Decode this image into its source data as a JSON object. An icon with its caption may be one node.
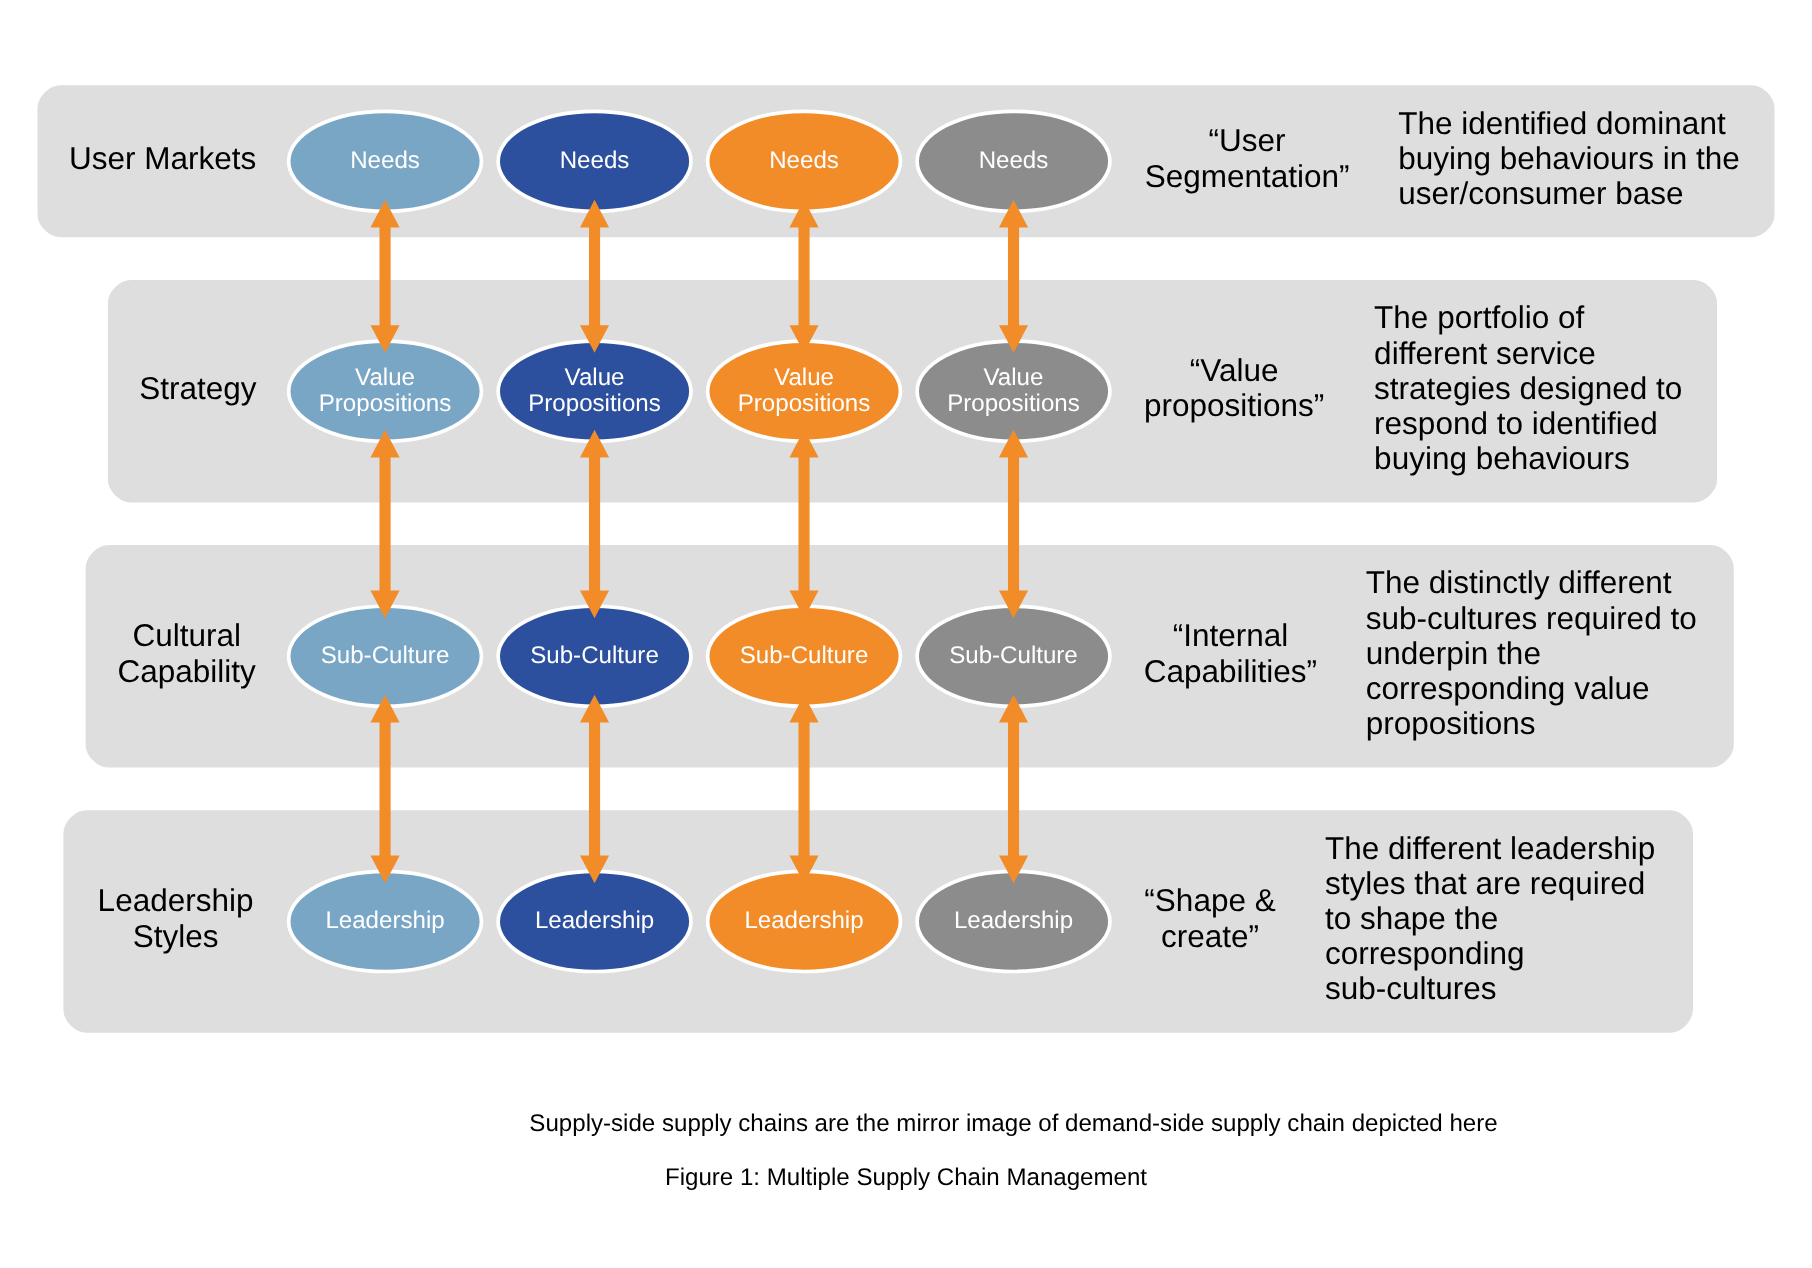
{
  "diagram": {
    "caption": "Figure 1: Multiple Supply Chain Management",
    "nodes": [
      {
        "text": [],
        "shape": "ellipse",
        "beside": [
          "User Markets",
          "“User Segmentation”",
          "The identified dominant buying behaviours in the user/consumer base"
        ]
      },
      {
        "text": [
          "Needs"
        ],
        "in": 0
      },
      {
        "text": [
          "Needs"
        ],
        "in": 0
      },
      {
        "text": [
          "Needs"
        ],
        "in": 0
      },
      {
        "text": [
          "Needs"
        ],
        "in": 0
      },
      {
        "text": [],
        "shape": "ellipse",
        "beside": [
          "Strategy",
          "“Value propositions”",
          "The portfolio of different service strategies designed to respond to identified buying behaviours"
        ]
      },
      {
        "text": [
          "Value Propositions"
        ],
        "in": 5
      },
      {
        "text": [
          "Value Propositions"
        ],
        "in": 5
      },
      {
        "text": [
          "Value Propositions"
        ],
        "in": 5
      },
      {
        "text": [
          "Value Propositions"
        ],
        "in": 5
      },
      {
        "text": [],
        "shape": "ellipse",
        "beside": [
          "Cultural Capability",
          "“Internal Capabilities”",
          "The distinctly different sub-cultures required to underpin the corresponding value propositions"
        ]
      },
      {
        "text": [
          "Sub-Culture"
        ],
        "in": 10
      },
      {
        "text": [
          "Sub-Culture"
        ],
        "in": 10
      },
      {
        "text": [
          "Sub-Culture"
        ],
        "in": 10
      },
      {
        "text": [
          "Sub-Culture"
        ],
        "in": 10
      },
      {
        "text": [],
        "shape": "ellipse",
        "beside": [
          "Leadership Styles",
          "“Shape & create”",
          "The different leadership styles that are required to shape the corresponding sub-cultures"
        ]
      },
      {
        "text": [
          "Leadership"
        ],
        "in": 15
      },
      {
        "text": [
          "Leadership"
        ],
        "in": 15
      },
      {
        "text": [
          "Leadership"
        ],
        "in": 15
      },
      {
        "text": [
          "Leadership"
        ],
        "in": 15
      }
    ],
    "edges": [
      {
        "from": 1,
        "to": 6,
        "arrow": "both"
      },
      {
        "from": 2,
        "to": 7,
        "arrow": "both"
      },
      {
        "from": 3,
        "to": 8,
        "arrow": "both"
      },
      {
        "from": 4,
        "to": 9,
        "arrow": "both"
      },
      {
        "from": 6,
        "to": 11,
        "arrow": "both"
      },
      {
        "from": 7,
        "to": 12,
        "arrow": "both"
      },
      {
        "from": 8,
        "to": 13,
        "arrow": "both"
      },
      {
        "from": 9,
        "to": 14,
        "arrow": "both"
      },
      {
        "from": 11,
        "to": 16,
        "arrow": "both"
      },
      {
        "from": 12,
        "to": 17,
        "arrow": "both"
      },
      {
        "from": 13,
        "to": 18,
        "arrow": "both"
      },
      {
        "from": 14,
        "to": 19,
        "arrow": "both"
      }
    ],
    "labels": [
      "Supply-side supply chains are the mirror image of demand-side supply chain depicted here"
    ]
  }
}
